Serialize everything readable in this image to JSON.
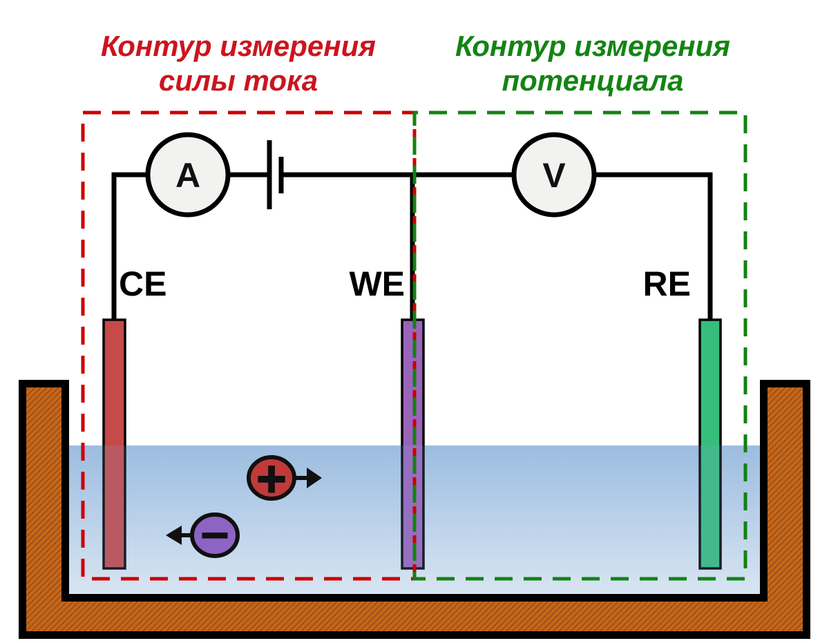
{
  "diagram": {
    "description": "Three-electrode electrochemical cell with current and potential measurement loops"
  },
  "titles": {
    "current_loop": {
      "line1": "Контур измерения",
      "line2": "силы тока",
      "color": "#cc141e"
    },
    "potential_loop": {
      "line1": "Контур измерения",
      "line2": "потенциала",
      "color": "#138413"
    }
  },
  "loops": {
    "current_box_color": "#cc0000",
    "potential_box_color": "#128212"
  },
  "meters": {
    "ammeter_label": "A",
    "voltmeter_label": "V",
    "body_fill": "#f2f2f1"
  },
  "electrodes": {
    "counter": {
      "label": "CE",
      "color": "#c64a4a"
    },
    "working": {
      "label": "WE",
      "color": "#9b64bc"
    },
    "reference": {
      "label": "RE",
      "color": "#36bd7c"
    }
  },
  "ions": {
    "positive": {
      "sign": "+",
      "color": "#c13a3a",
      "direction": "right"
    },
    "negative": {
      "sign": "−",
      "color": "#8d64c4",
      "direction": "left"
    }
  },
  "vessel": {
    "fill_color": "#c4661b",
    "hatch_color": "#8a4512",
    "outline_color": "#000000"
  },
  "water": {
    "top_color": "#a3c2e3",
    "bottom_color": "#ecf3fa"
  }
}
